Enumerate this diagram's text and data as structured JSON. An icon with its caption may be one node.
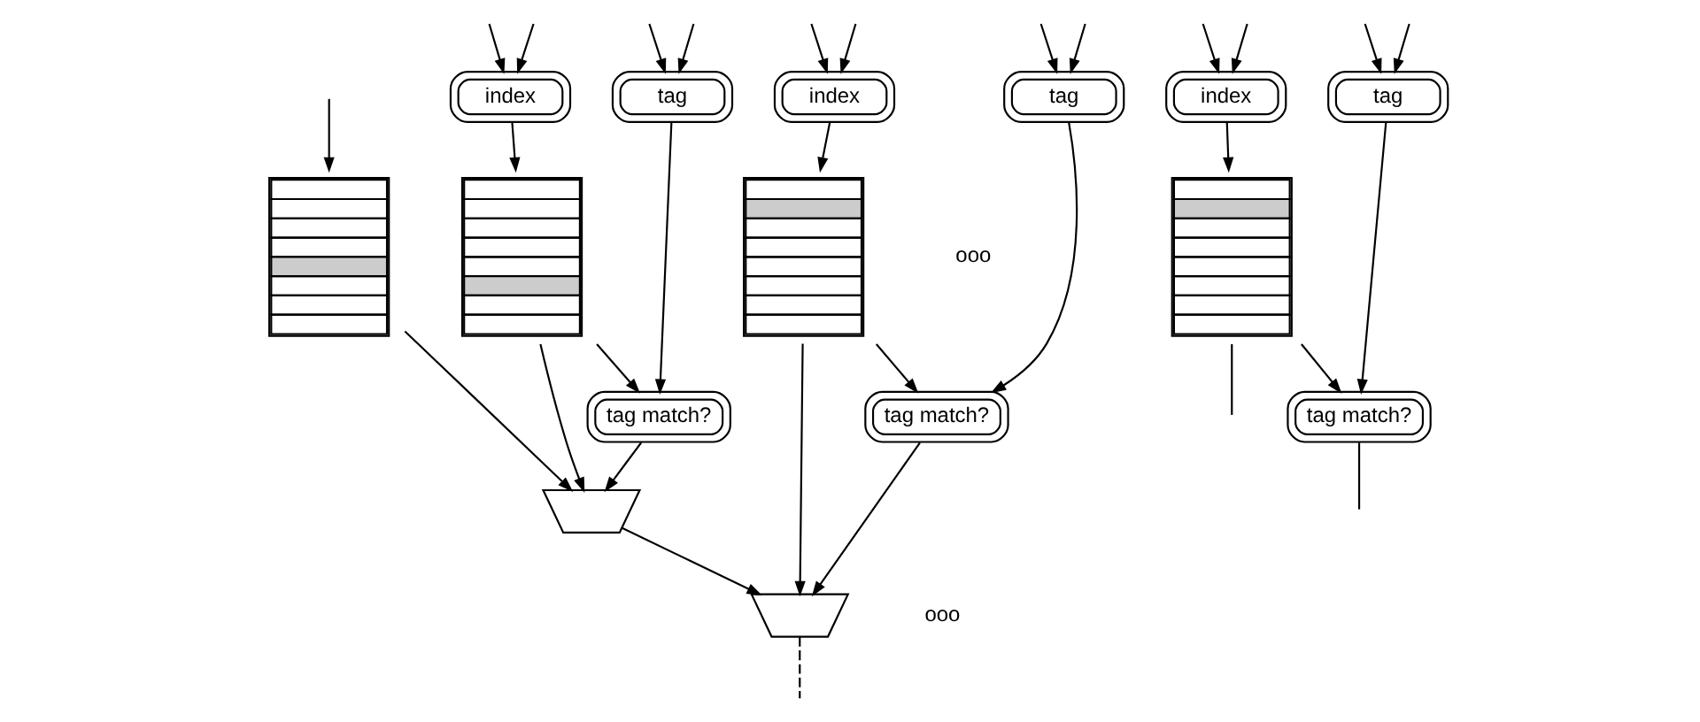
{
  "diagram": {
    "nodes": [
      {
        "text": [],
        "shape": "table"
      },
      {
        "text": [
          "index"
        ]
      },
      {
        "text": [
          "tag"
        ]
      },
      {
        "text": [],
        "shape": "table"
      },
      {
        "text": [
          "tag match?"
        ]
      },
      {
        "text": [
          "index"
        ]
      },
      {
        "text": [
          "tag"
        ]
      },
      {
        "text": [],
        "shape": "table"
      },
      {
        "text": [
          "tag match?"
        ]
      },
      {
        "text": [
          "index"
        ]
      },
      {
        "text": [
          "tag"
        ]
      },
      {
        "text": [],
        "shape": "table"
      },
      {
        "text": [
          "tag match?"
        ]
      },
      {
        "text": [],
        "shape": "trapezoid"
      },
      {
        "text": [],
        "shape": "trapezoid"
      }
    ],
    "edges": [
      {
        "from": null,
        "to": 0,
        "arrow": "to"
      },
      {
        "from": null,
        "to": 1,
        "arrow": "to"
      },
      {
        "from": null,
        "to": 1,
        "arrow": "to"
      },
      {
        "from": null,
        "to": 2,
        "arrow": "to"
      },
      {
        "from": null,
        "to": 2,
        "arrow": "to"
      },
      {
        "from": null,
        "to": 5,
        "arrow": "to"
      },
      {
        "from": null,
        "to": 5,
        "arrow": "to"
      },
      {
        "from": null,
        "to": 6,
        "arrow": "to"
      },
      {
        "from": null,
        "to": 6,
        "arrow": "to"
      },
      {
        "from": null,
        "to": 9,
        "arrow": "to"
      },
      {
        "from": null,
        "to": 9,
        "arrow": "to"
      },
      {
        "from": null,
        "to": 10,
        "arrow": "to"
      },
      {
        "from": null,
        "to": 10,
        "arrow": "to"
      },
      {
        "from": 1,
        "to": 3,
        "arrow": "to"
      },
      {
        "from": 2,
        "to": 4,
        "arrow": "to"
      },
      {
        "from": 3,
        "to": 4,
        "arrow": "to"
      },
      {
        "from": 0,
        "to": 13,
        "arrow": "to"
      },
      {
        "from": 3,
        "to": 13,
        "arrow": "to"
      },
      {
        "from": 4,
        "to": 13,
        "arrow": "to"
      },
      {
        "from": 5,
        "to": 7,
        "arrow": "to"
      },
      {
        "from": 6,
        "to": 8,
        "arrow": "to"
      },
      {
        "from": 7,
        "to": 8,
        "arrow": "to"
      },
      {
        "from": 7,
        "to": 14,
        "arrow": "to"
      },
      {
        "from": 8,
        "to": 14,
        "arrow": "to"
      },
      {
        "from": 13,
        "to": 14,
        "arrow": "to"
      },
      {
        "from": 9,
        "to": 11,
        "arrow": "to"
      },
      {
        "from": 10,
        "to": 12,
        "arrow": "to"
      },
      {
        "from": 11,
        "to": 12,
        "arrow": "to"
      },
      {
        "from": 11,
        "to": null,
        "arrow": "none"
      },
      {
        "from": 12,
        "to": null,
        "arrow": "none"
      },
      {
        "from": 14,
        "to": null,
        "arrow": "none",
        "style": "dashed"
      }
    ],
    "labels": [
      "ooo",
      "ooo"
    ]
  }
}
